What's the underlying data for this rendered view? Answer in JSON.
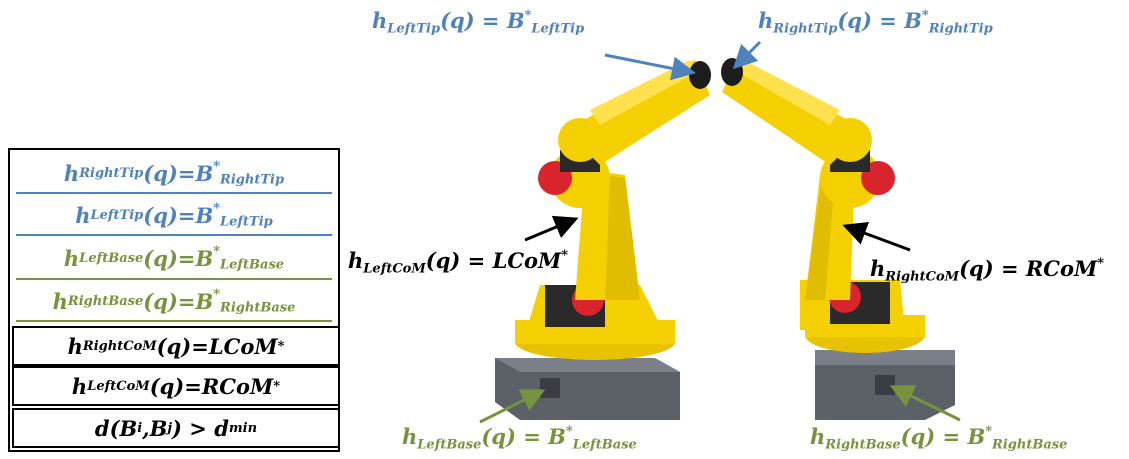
{
  "table": {
    "rows": [
      {
        "h_sub": "RightTip",
        "rhs": "B",
        "rhs_sub": "RightTip",
        "star": true,
        "color": "blue"
      },
      {
        "h_sub": "LeftTip",
        "rhs": "B",
        "rhs_sub": "LeftTip",
        "star": true,
        "color": "blue"
      },
      {
        "h_sub": "LeftBase",
        "rhs": "B",
        "rhs_sub": "LeftBase",
        "star": true,
        "color": "green"
      },
      {
        "h_sub": "RightBase",
        "rhs": "B",
        "rhs_sub": "RightBase",
        "star": true,
        "color": "green"
      },
      {
        "h_sub": "RightCoM",
        "rhs": "LCoM",
        "rhs_sub": "",
        "star": true,
        "color": "black"
      },
      {
        "h_sub": "LeftCoM",
        "rhs": "RCoM",
        "rhs_sub": "",
        "star": true,
        "color": "black"
      }
    ],
    "distance": {
      "fn": "d",
      "b_i": "B",
      "i": "i",
      "b_j": "B",
      "j": "j",
      "op": ">",
      "dmin": "d",
      "dmin_sub": "min"
    }
  },
  "labels": {
    "left_tip": {
      "h_sub": "LeftTip",
      "rhs": "B",
      "rhs_sub": "LeftTip"
    },
    "right_tip": {
      "h_sub": "RightTip",
      "rhs": "B",
      "rhs_sub": "RightTip"
    },
    "left_com": {
      "h_sub": "LeftCoM",
      "rhs": "LCoM"
    },
    "right_com": {
      "h_sub": "RightCoM",
      "rhs": "RCoM"
    },
    "left_base": {
      "h_sub": "LeftBase",
      "rhs": "B",
      "rhs_sub": "LeftBase"
    },
    "right_base": {
      "h_sub": "RightBase",
      "rhs": "B",
      "rhs_sub": "RightBase"
    }
  },
  "common": {
    "h": "h",
    "q": "(q)",
    "eq": " = ",
    "star": "*"
  },
  "colors": {
    "blue": "#4f81bd",
    "green": "#77933c",
    "robot_yellow": "#f5d000",
    "robot_gray": "#5a5f66",
    "robot_red": "#d8242a"
  }
}
